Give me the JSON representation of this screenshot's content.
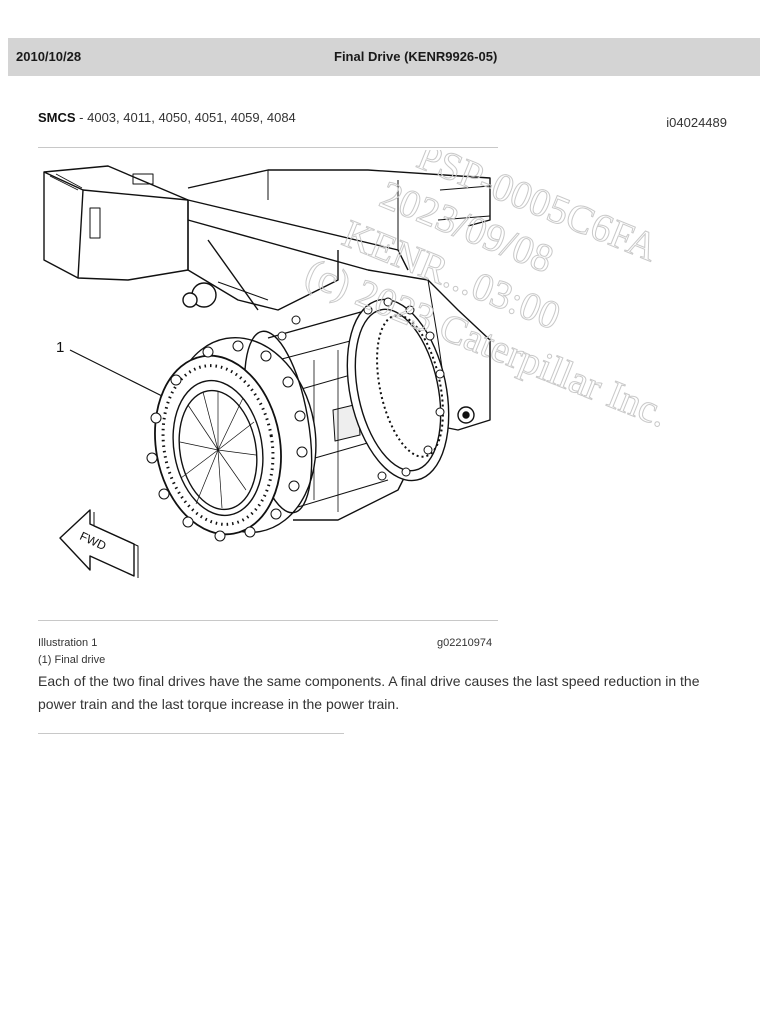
{
  "header": {
    "date": "2010/10/28",
    "title": "Final Drive (KENR9926-05)"
  },
  "smcs": {
    "label": "SMCS",
    "codes": " - 4003, 4011, 4050, 4051, 4059, 4084"
  },
  "doc_id": "i04024489",
  "illustration": {
    "callout_number": "1",
    "fwd_label": "FWD",
    "caption_title": "Illustration 1",
    "caption_ref": "(1) Final drive",
    "graphic_id": "g02210974"
  },
  "watermark": {
    "line1": "PSP-0005C6FA",
    "line2": "2023/09/08",
    "line3": "KENR...03:00",
    "line4": "(c) 2023 Caterpillar Inc."
  },
  "body_text": "Each of the two final drives have the same components. A final drive causes the last speed reduction in the power train and the last torque increase in the power train."
}
